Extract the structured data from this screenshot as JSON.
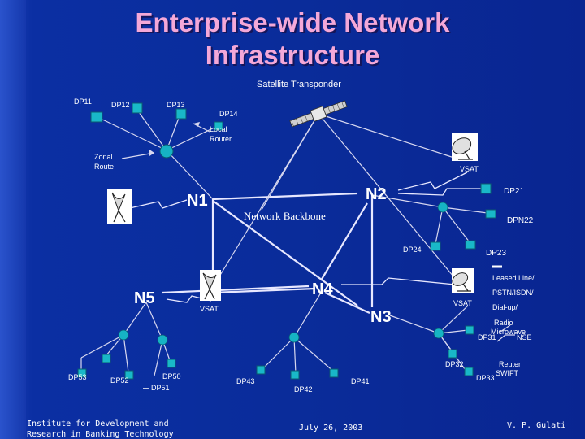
{
  "title_line1": "Enterprise-wide Network",
  "title_line2": "Infrastructure",
  "labels": {
    "satellite": "Satellite Transponder",
    "dp11": "DP11",
    "dp12": "DP12",
    "dp13": "DP13",
    "dp14": "DP14",
    "local_router_1": "Local",
    "local_router_2": "Router",
    "zonal_1": "Zonal",
    "zonal_2": "Route",
    "vsat_top": "VSAT",
    "n1": "N1",
    "n2": "N2",
    "n3": "N3",
    "n4": "N4",
    "n5": "N5",
    "backbone": "Network Backbone",
    "dp21": "DP21",
    "dpn22": "DPN22",
    "dp23": "DP23",
    "dp24": "DP24",
    "leased": "Leased Line/",
    "pstn": "PSTN/ISDN/",
    "dialup": "Dial-up/",
    "radio_1": "Radio",
    "radio_2": "Microwave",
    "dp31": "DP31",
    "nse": "NSE",
    "dp32": "DP32",
    "dp33": "DP33",
    "reuter_1": "Reuter",
    "reuter_2": "SWIFT",
    "vsat_mid_left": "VSAT",
    "vsat_mid_right": "VSAT",
    "dp53": "DP53",
    "dp52": "DP52",
    "dp50": "DP50",
    "dp51": "DP51",
    "dp43": "DP43",
    "dp42": "DP42",
    "dp41": "DP41"
  },
  "footer": {
    "institute_1": "Institute for Development and",
    "institute_2": "Research in Banking Technology",
    "date": "July 26, 2003",
    "author": "V. P. Gulati"
  }
}
